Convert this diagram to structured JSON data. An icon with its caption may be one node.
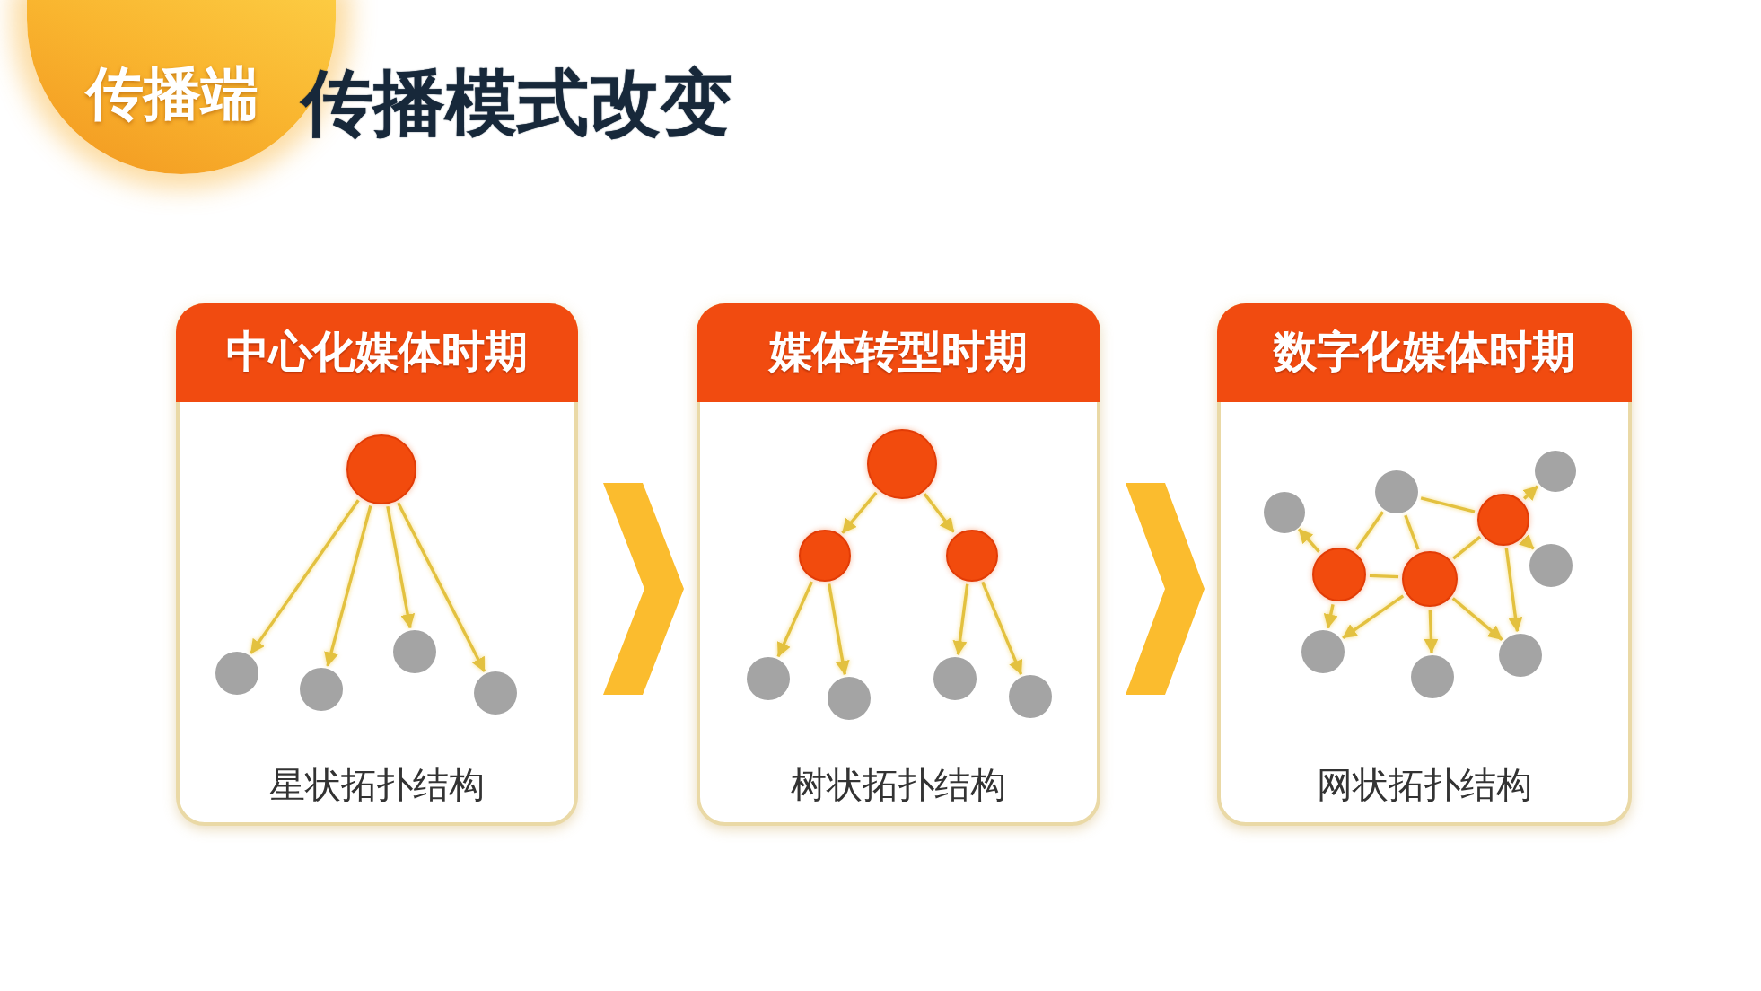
{
  "diagram": {
    "title": "传播模式改变",
    "nodes": [
      {
        "text": [
          "传播端"
        ]
      },
      {
        "text": [
          "中心化媒体时期",
          "星状拓扑结构"
        ]
      },
      {
        "text": [],
        "shape": "circle",
        "in": 1
      },
      {
        "text": [],
        "shape": "circle",
        "in": 1
      },
      {
        "text": [],
        "shape": "circle",
        "in": 1
      },
      {
        "text": [],
        "shape": "circle",
        "in": 1
      },
      {
        "text": [],
        "shape": "circle",
        "in": 1
      },
      {
        "text": [
          "媒体转型时期",
          "树状拓扑结构"
        ]
      },
      {
        "text": [],
        "shape": "circle",
        "in": 7
      },
      {
        "text": [],
        "shape": "circle",
        "in": 7
      },
      {
        "text": [],
        "shape": "circle",
        "in": 7
      },
      {
        "text": [],
        "shape": "circle",
        "in": 7
      },
      {
        "text": [],
        "shape": "circle",
        "in": 7
      },
      {
        "text": [],
        "shape": "circle",
        "in": 7
      },
      {
        "text": [],
        "shape": "circle",
        "in": 7
      },
      {
        "text": [
          "数字化媒体时期",
          "网状拓扑结构"
        ]
      },
      {
        "text": [],
        "shape": "circle",
        "in": 15
      },
      {
        "text": [],
        "shape": "circle",
        "in": 15
      },
      {
        "text": [],
        "shape": "circle",
        "in": 15
      },
      {
        "text": [],
        "shape": "circle",
        "in": 15
      },
      {
        "text": [],
        "shape": "circle",
        "in": 15
      },
      {
        "text": [],
        "shape": "circle",
        "in": 15
      },
      {
        "text": [],
        "shape": "circle",
        "in": 15
      },
      {
        "text": [],
        "shape": "circle",
        "in": 15
      },
      {
        "text": [],
        "shape": "circle",
        "in": 15
      },
      {
        "text": [],
        "shape": "circle",
        "in": 15
      }
    ],
    "edges": [
      {
        "from": 1,
        "to": 7,
        "arrow": "to",
        "style": "thick",
        "color": "#fbbc2e"
      },
      {
        "from": 7,
        "to": 15,
        "arrow": "to",
        "style": "thick",
        "color": "#fbbc2e"
      },
      {
        "from": 2,
        "to": 3,
        "arrow": "to"
      },
      {
        "from": 2,
        "to": 4,
        "arrow": "to"
      },
      {
        "from": 2,
        "to": 5,
        "arrow": "to"
      },
      {
        "from": 2,
        "to": 6,
        "arrow": "to"
      },
      {
        "from": 8,
        "to": 9,
        "arrow": "to"
      },
      {
        "from": 8,
        "to": 10,
        "arrow": "to"
      },
      {
        "from": 9,
        "to": 11,
        "arrow": "to"
      },
      {
        "from": 9,
        "to": 12,
        "arrow": "to"
      },
      {
        "from": 10,
        "to": 13,
        "arrow": "to"
      },
      {
        "from": 10,
        "to": 14,
        "arrow": "to"
      },
      {
        "from": 21,
        "to": 16,
        "arrow": "to"
      },
      {
        "from": 21,
        "to": 23,
        "arrow": "to"
      },
      {
        "from": 21,
        "to": 17,
        "arrow": "none"
      },
      {
        "from": 21,
        "to": 22,
        "arrow": "none"
      },
      {
        "from": 17,
        "to": 22,
        "arrow": "none"
      },
      {
        "from": 17,
        "to": 19,
        "arrow": "none"
      },
      {
        "from": 22,
        "to": 19,
        "arrow": "none"
      },
      {
        "from": 22,
        "to": 23,
        "arrow": "to"
      },
      {
        "from": 22,
        "to": 24,
        "arrow": "to"
      },
      {
        "from": 22,
        "to": 25,
        "arrow": "to"
      },
      {
        "from": 19,
        "to": 18,
        "arrow": "to"
      },
      {
        "from": 19,
        "to": 20,
        "arrow": "to"
      },
      {
        "from": 19,
        "to": 25,
        "arrow": "to"
      }
    ]
  }
}
